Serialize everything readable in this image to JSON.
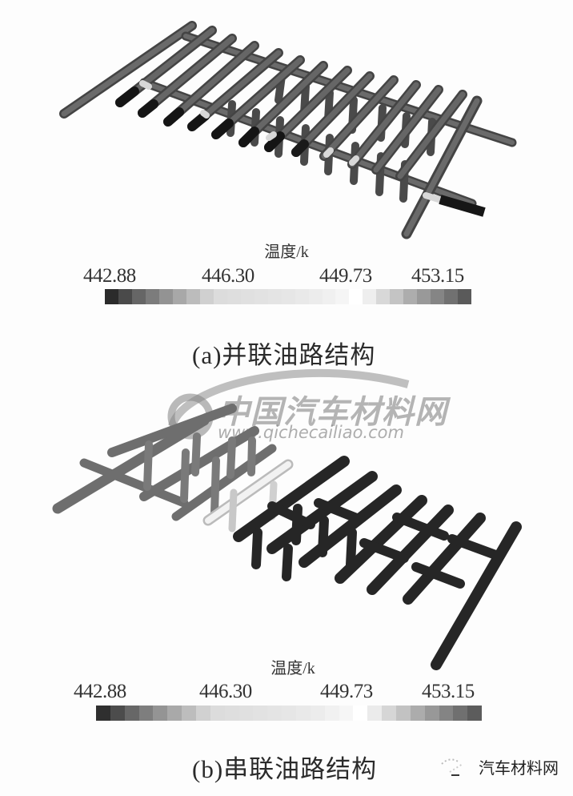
{
  "figure": {
    "panel_a": {
      "colorbar_title": "温度/k",
      "ticks": [
        "442.88",
        "446.30",
        "449.73",
        "453.15"
      ],
      "colorbar_segments": [
        "#2b2b2b",
        "#4a4a4a",
        "#666666",
        "#7c7c7c",
        "#939393",
        "#a8a8a8",
        "#bcbcbc",
        "#d0d0d0",
        "#dcdcdc",
        "#dedede",
        "#e0e0e0",
        "#e2e2e2",
        "#e4e4e4",
        "#e6e6e6",
        "#e9e9e9",
        "#ececec",
        "#f0f0f0",
        "#f5f5f5",
        "#ffffff",
        "#eeeeee",
        "#d8d8d8",
        "#c4c4c4",
        "#adadad",
        "#999999",
        "#858585",
        "#717171",
        "#5a5a5a"
      ],
      "caption": "(a)并联油路结构"
    },
    "panel_b": {
      "colorbar_title": "温度/k",
      "ticks": [
        "442.88",
        "446.30",
        "449.73",
        "453.15"
      ],
      "colorbar_segments": [
        "#2f2f2f",
        "#4c4c4c",
        "#676767",
        "#7e7e7e",
        "#949494",
        "#a9a9a9",
        "#bdbdbd",
        "#d1d1d1",
        "#dcdcdc",
        "#dedede",
        "#e0e0e0",
        "#e2e2e2",
        "#e4e4e4",
        "#e6e6e6",
        "#e9e9e9",
        "#ececec",
        "#f1f1f1",
        "#f6f6f6",
        "#ffffff",
        "#ebebeb",
        "#d6d6d6",
        "#c2c2c2",
        "#acacac",
        "#989898",
        "#848484",
        "#707070",
        "#5c5c5c"
      ],
      "caption": "(b)串联油路结构"
    }
  },
  "watermark": {
    "text_cn": "中国汽车材料网",
    "url": "www.qichecailiao.com"
  },
  "brand": {
    "label": "汽车材料网",
    "icon": "wechat-icon"
  },
  "colors": {
    "tube_mid": "#5f5f5f",
    "tube_dark": "#2a2a2a",
    "tube_hot": "#1c1c1c",
    "tube_light": "#e4e4e4",
    "background": "#fdfdfd"
  }
}
